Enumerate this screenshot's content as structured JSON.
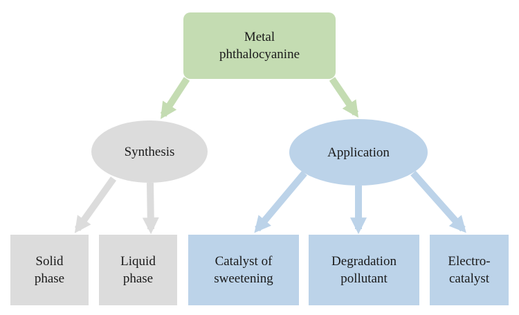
{
  "root": {
    "label_line1": "Metal",
    "label_line2": "phthalocyanine",
    "color": "#c4dcb2"
  },
  "branches": [
    {
      "label": "Synthesis",
      "color": "#dcdcdc",
      "children": [
        {
          "line1": "Solid",
          "line2": "phase"
        },
        {
          "line1": "Liquid",
          "line2": "phase"
        }
      ]
    },
    {
      "label": "Application",
      "color": "#bcd3e9",
      "children": [
        {
          "line1": "Catalyst of",
          "line2": "sweetening"
        },
        {
          "line1": "Degradation",
          "line2": "pollutant"
        },
        {
          "line1": "Electro-",
          "line2": "catalyst"
        }
      ]
    }
  ]
}
